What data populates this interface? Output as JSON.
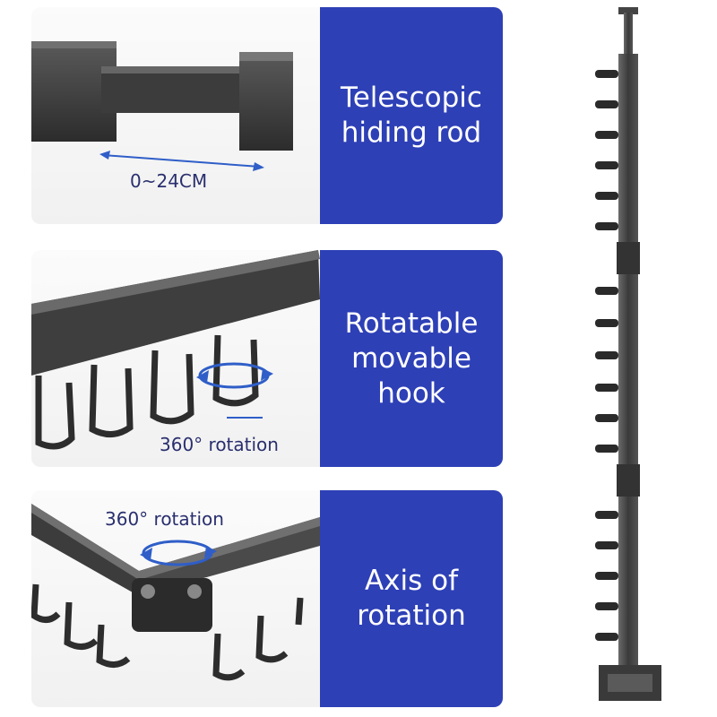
{
  "colors": {
    "accent_panel": "#2e40b6",
    "caption_text": "#2a2f6e",
    "arrow": "#2f5ec8",
    "metal": "#3a3a3a"
  },
  "panels": [
    {
      "label": "Telescopic\nhiding rod",
      "caption": "0~24CM"
    },
    {
      "label": "Rotatable\nmovable\nhook",
      "caption": "360° rotation"
    },
    {
      "label": "Axis of\nrotation",
      "caption": "360° rotation"
    }
  ],
  "icons": [
    "double-arrow-icon",
    "rotation-arrow-icon",
    "rotation-arrow-icon"
  ]
}
